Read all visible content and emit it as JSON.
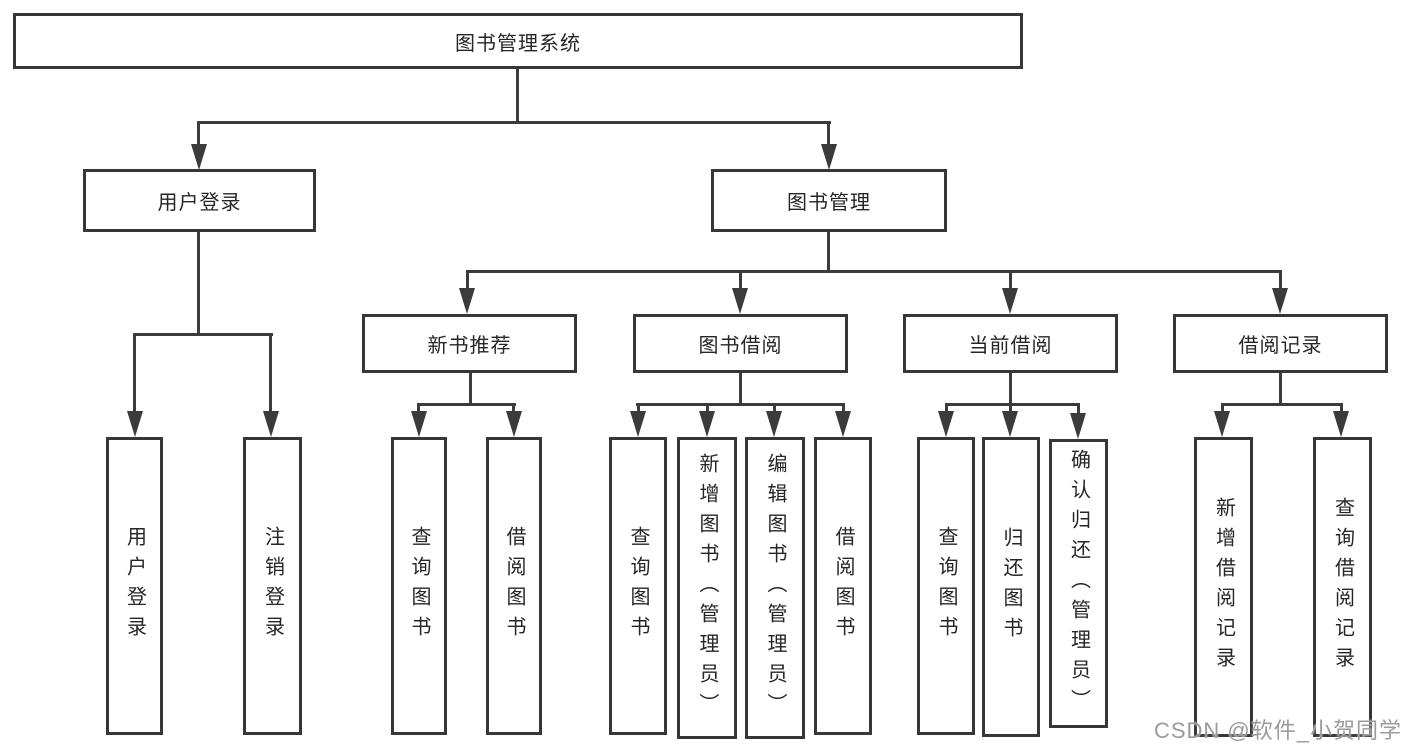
{
  "diagram": {
    "type": "hierarchy-tree",
    "root": {
      "label": "图书管理系统",
      "children": [
        {
          "label": "用户登录",
          "children": [
            {
              "label": "用户登录"
            },
            {
              "label": "注销登录"
            }
          ]
        },
        {
          "label": "图书管理",
          "children": [
            {
              "label": "新书推荐",
              "children": [
                {
                  "label": "查询图书"
                },
                {
                  "label": "借阅图书"
                }
              ]
            },
            {
              "label": "图书借阅",
              "children": [
                {
                  "label": "查询图书"
                },
                {
                  "label": "新增图书（管理员）"
                },
                {
                  "label": "编辑图书（管理员）"
                },
                {
                  "label": "借阅图书"
                }
              ]
            },
            {
              "label": "当前借阅",
              "children": [
                {
                  "label": "查询图书"
                },
                {
                  "label": "归还图书"
                },
                {
                  "label": "确认归还（管理员）"
                }
              ]
            },
            {
              "label": "借阅记录",
              "children": [
                {
                  "label": "新增借阅记录"
                },
                {
                  "label": "查询借阅记录"
                }
              ]
            }
          ]
        }
      ]
    }
  },
  "watermark": {
    "text": "CSDN @软件_小贺同学"
  },
  "colors": {
    "line": "#3b3b3b",
    "box_border": "#373737",
    "text": "#262626",
    "watermark": "#9b9b9b",
    "background": "#ffffff"
  }
}
